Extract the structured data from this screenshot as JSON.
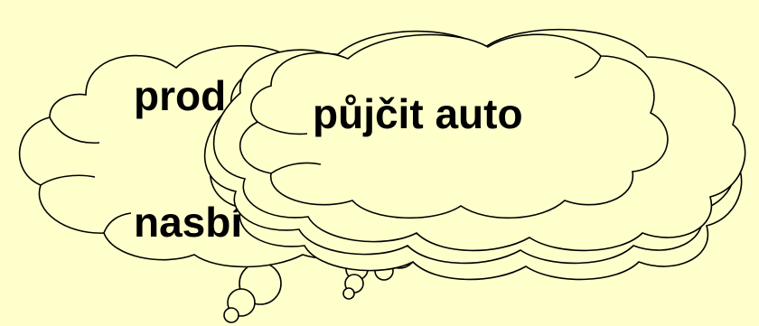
{
  "background_color": "#ffffcc",
  "outline_color": "#000000",
  "clouds": [
    {
      "id": "back",
      "lines": [
        "prod",
        "nasbí"
      ]
    },
    {
      "id": "front",
      "lines": [
        "půjčit auto"
      ]
    }
  ]
}
